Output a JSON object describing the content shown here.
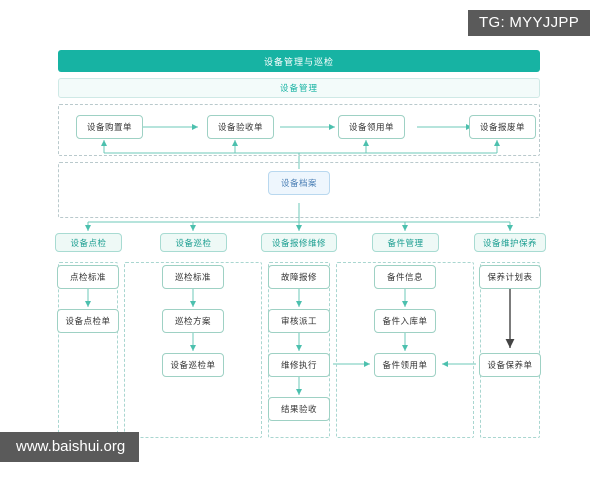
{
  "overlay": {
    "tag_badge": "TG: MYYJJPP",
    "watermark": "www.baishui.org",
    "badge_bg": "#5a5a5a"
  },
  "theme": {
    "accent": "#17b3a3",
    "node_border": "#9ed1c4",
    "archive_fill": "#eef6fd",
    "archive_text": "#4a7fb5",
    "dash_gray": "#b9c9cc",
    "dark_arrow": "#444444"
  },
  "diagram": {
    "banner": "设备管理与巡检",
    "subbanner": "设备管理",
    "lifecycle": [
      {
        "label": "设备购置单"
      },
      {
        "label": "设备验收单"
      },
      {
        "label": "设备领用单"
      },
      {
        "label": "设备报废单"
      }
    ],
    "archive": {
      "label": "设备档案"
    },
    "columns": [
      {
        "header": "设备点检",
        "nodes": [
          {
            "label": "点检标准"
          },
          {
            "label": "设备点检单"
          }
        ]
      },
      {
        "header": "设备巡检",
        "nodes": [
          {
            "label": "巡检标准"
          },
          {
            "label": "巡检方案"
          },
          {
            "label": "设备巡检单"
          }
        ]
      },
      {
        "header": "设备报修维修",
        "nodes": [
          {
            "label": "故障报修"
          },
          {
            "label": "审核派工"
          },
          {
            "label": "维修执行"
          },
          {
            "label": "结果验收"
          }
        ]
      },
      {
        "header": "备件管理",
        "nodes": [
          {
            "label": "备件信息"
          },
          {
            "label": "备件入库单"
          },
          {
            "label": "备件领用单"
          }
        ]
      },
      {
        "header": "设备维护保养",
        "nodes": [
          {
            "label": "保养计划表"
          },
          {
            "label": "设备保养单"
          }
        ]
      }
    ]
  }
}
